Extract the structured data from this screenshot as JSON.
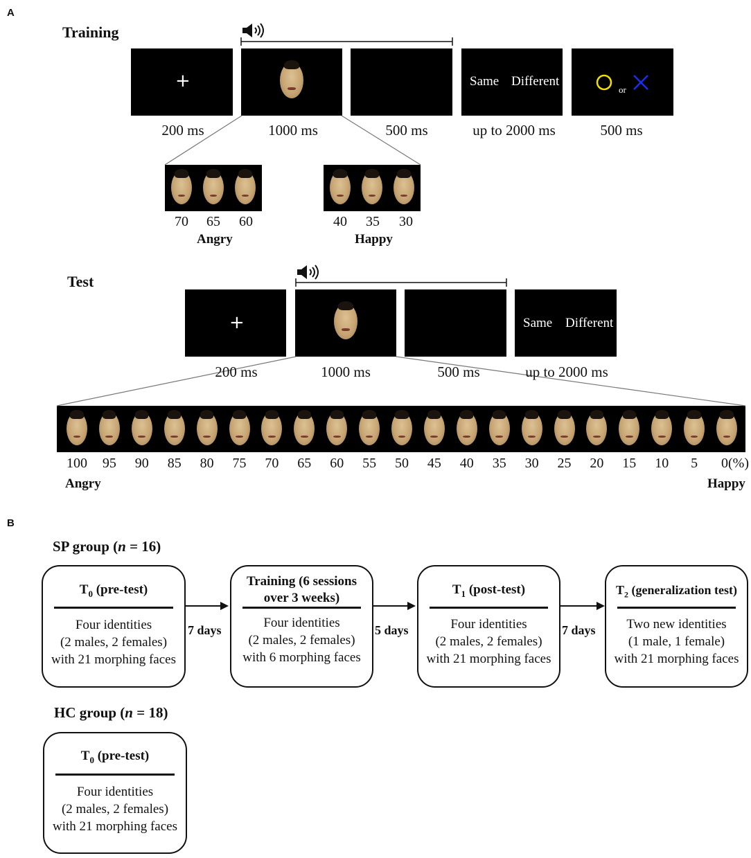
{
  "panel_a": {
    "letter": "A",
    "training": {
      "title": "Training",
      "timings": [
        "200 ms",
        "1000 ms",
        "500 ms",
        "up to 2000 ms",
        "500 ms"
      ],
      "fixation": "+",
      "response": {
        "same": "Same",
        "different": "Different"
      },
      "feedback_or": "or",
      "angry_levels": [
        "70",
        "65",
        "60"
      ],
      "angry_label": "Angry",
      "happy_levels": [
        "40",
        "35",
        "30"
      ],
      "happy_label": "Happy"
    },
    "test": {
      "title": "Test",
      "timings": [
        "200 ms",
        "1000 ms",
        "500 ms",
        "up to 2000 ms"
      ],
      "fixation": "+",
      "response": {
        "same": "Same",
        "different": "Different"
      },
      "levels": [
        "100",
        "95",
        "90",
        "85",
        "80",
        "75",
        "70",
        "65",
        "60",
        "55",
        "50",
        "45",
        "40",
        "35",
        "30",
        "25",
        "20",
        "15",
        "10",
        "5",
        "0(%)"
      ],
      "left_label": "Angry",
      "right_label": "Happy"
    }
  },
  "panel_b": {
    "letter": "B",
    "sp_group": {
      "title_prefix": "SP group (",
      "n_var": "n",
      "title_suffix": " = 16)",
      "boxes": [
        {
          "title_main": "T",
          "title_sub": "0",
          "title_rest": " (pre-test)",
          "lines": [
            "Four identities",
            "(2 males, 2 females)",
            "with 21 morphing faces"
          ]
        },
        {
          "title_line1": "Training (6 sessions",
          "title_line2": "over 3 weeks)",
          "lines": [
            "Four identities",
            "(2 males, 2 females)",
            "with 6 morphing faces"
          ]
        },
        {
          "title_main": "T",
          "title_sub": "1",
          "title_rest": " (post-test)",
          "lines": [
            "Four identities",
            "(2 males, 2 females)",
            "with 21 morphing faces"
          ]
        },
        {
          "title_main": "T",
          "title_sub": "2",
          "title_rest": " (generalization test)",
          "lines": [
            "Two new identities",
            "(1 male, 1 female)",
            "with 21 morphing faces"
          ]
        }
      ],
      "intervals": [
        "7 days",
        "5 days",
        "7 days"
      ]
    },
    "hc_group": {
      "title_prefix": "HC group (",
      "n_var": "n",
      "title_suffix": " = 18)",
      "box": {
        "title_main": "T",
        "title_sub": "0",
        "title_rest": " (pre-test)",
        "lines": [
          "Four identities",
          "(2 males, 2 females)",
          "with 21 morphing faces"
        ]
      }
    }
  },
  "colors": {
    "feedback_circle": "#f0e000",
    "feedback_cross": "#1a2ef0",
    "screen": "#000000"
  }
}
